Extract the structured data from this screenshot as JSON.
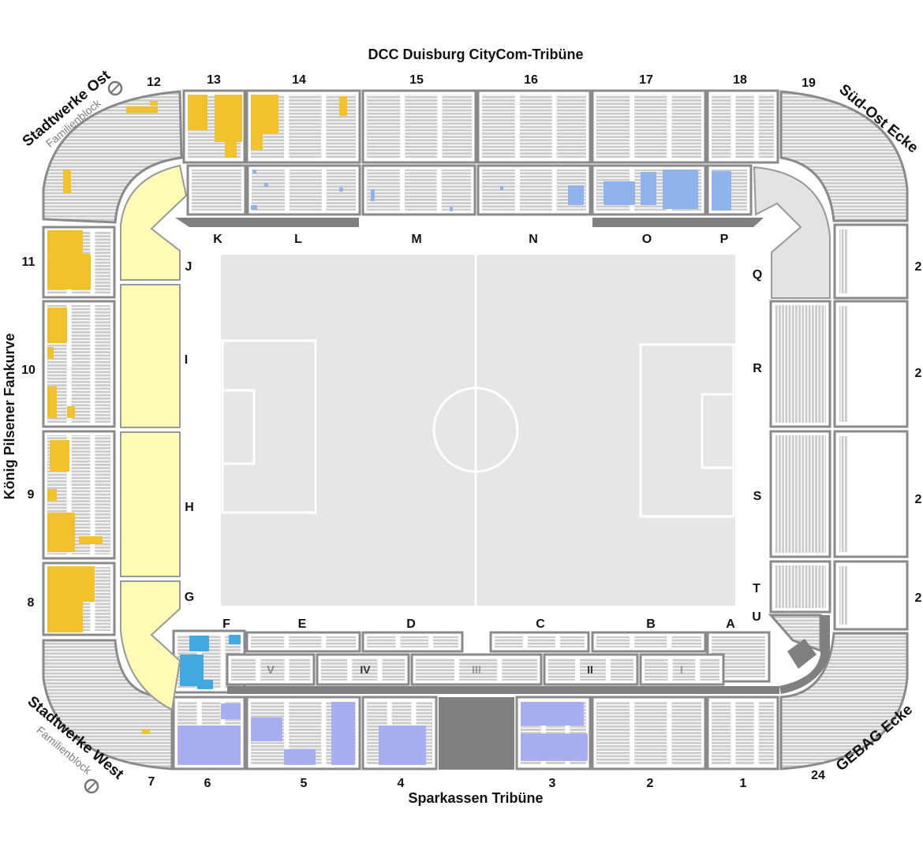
{
  "stands": {
    "north": "DCC Duisburg CityCom-Tribüne",
    "south": "Sparkassen Tribüne",
    "west": "König Pilsener Fankurve",
    "north_west": "Stadtwerke Ost",
    "north_west_sub": "Familienblock",
    "south_west": "Stadtwerke West",
    "south_west_sub": "Familienblock",
    "north_east": "Süd-Ost Ecke",
    "south_east": "GEBAG Ecke"
  },
  "top_blocks": [
    "12",
    "13",
    "14",
    "15",
    "16",
    "17",
    "18",
    "19"
  ],
  "top_inner": [
    "K",
    "L",
    "M",
    "N",
    "O",
    "P"
  ],
  "west_blocks": [
    "11",
    "10",
    "9",
    "8"
  ],
  "west_inner": [
    "J",
    "I",
    "H",
    "G"
  ],
  "east_inner": [
    "Q",
    "R",
    "S",
    "T",
    "U"
  ],
  "east_blocks": [
    "2",
    "2",
    "2",
    "2"
  ],
  "south_inner": [
    "F",
    "E",
    "D",
    "C",
    "B",
    "A"
  ],
  "south_lounges": [
    "V",
    "IV",
    "III",
    "II",
    "I"
  ],
  "bottom_blocks": [
    "7",
    "6",
    "5",
    "4",
    "3",
    "2",
    "1",
    "24"
  ],
  "colors": {
    "seat": "#cbcbcb",
    "border": "#8a8a8a",
    "pitch": "#e6e6e6",
    "standing": "#fdfbb5",
    "booked_yellow": "#f2c12e",
    "booked_blue": "#8fb3ea",
    "booked_lavender": "#a9aef0",
    "booked_cyan": "#3fa9e0"
  }
}
